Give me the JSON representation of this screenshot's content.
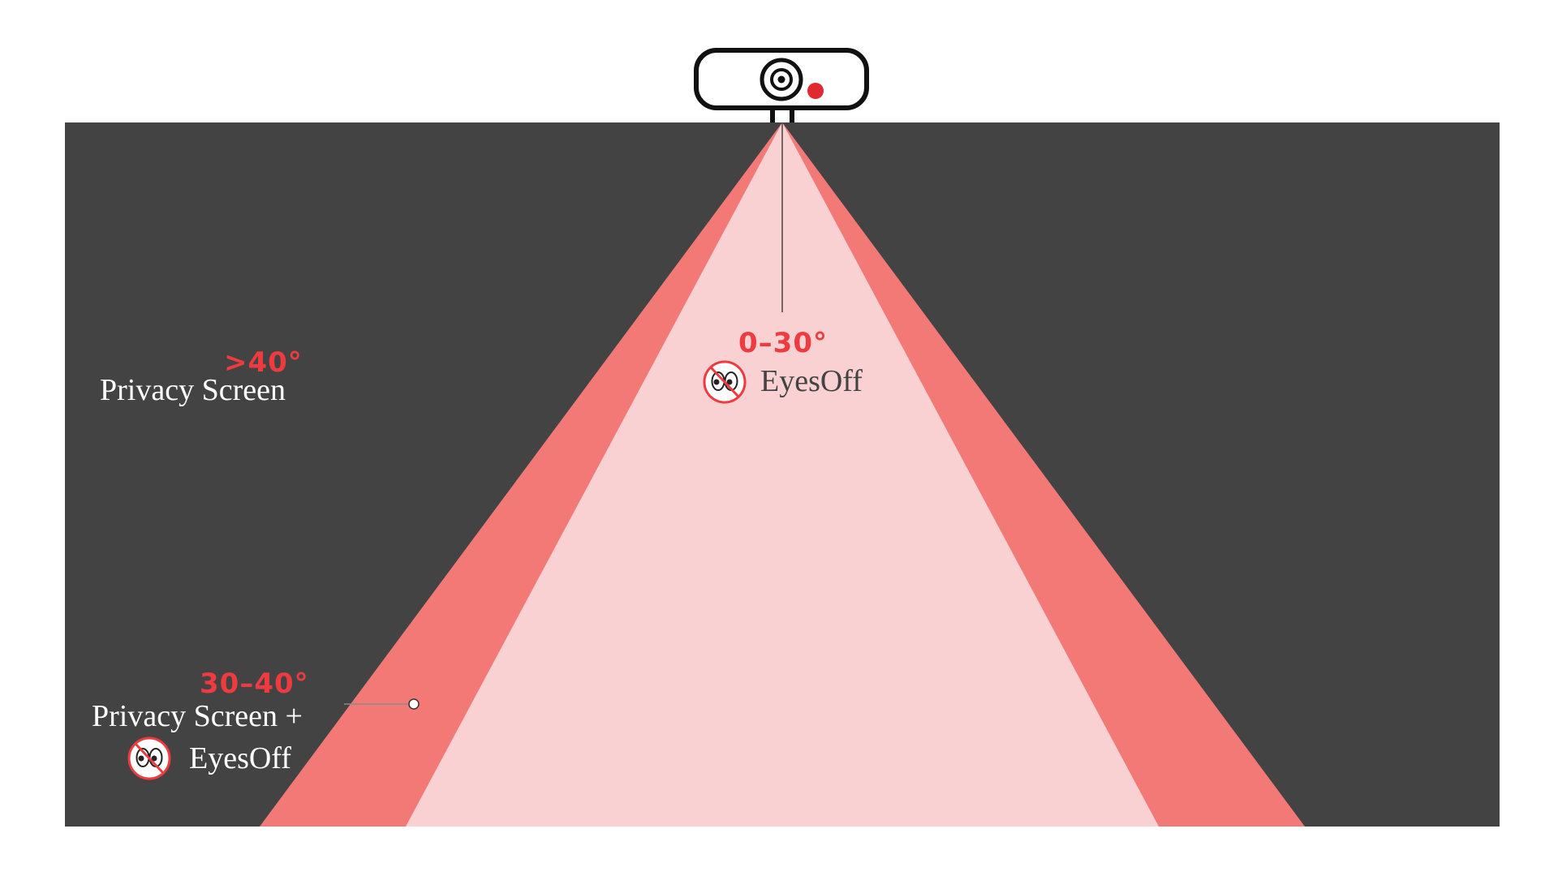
{
  "colors": {
    "background": "#ffffff",
    "panel": "#444344",
    "outer_band": "#f37977",
    "inner_zone": "#f9d1d2",
    "accent_red": "#ee3b3f",
    "webcam_light": "#e02a2f",
    "outline": "#111111",
    "label_light": "#ffffff",
    "label_dark": "#444344"
  },
  "webcam": {
    "icon": "webcam-icon",
    "indicator": "red recording light"
  },
  "zones": {
    "center": {
      "angle": "0–30°",
      "product": "EyesOff",
      "icon": "eyesoff-logo-icon"
    },
    "outer_band": {
      "angle": "30–40°",
      "line1": "Privacy Screen +",
      "product": "EyesOff",
      "icon": "eyesoff-logo-icon"
    },
    "outside": {
      "angle": ">40°",
      "label": "Privacy Screen"
    }
  }
}
